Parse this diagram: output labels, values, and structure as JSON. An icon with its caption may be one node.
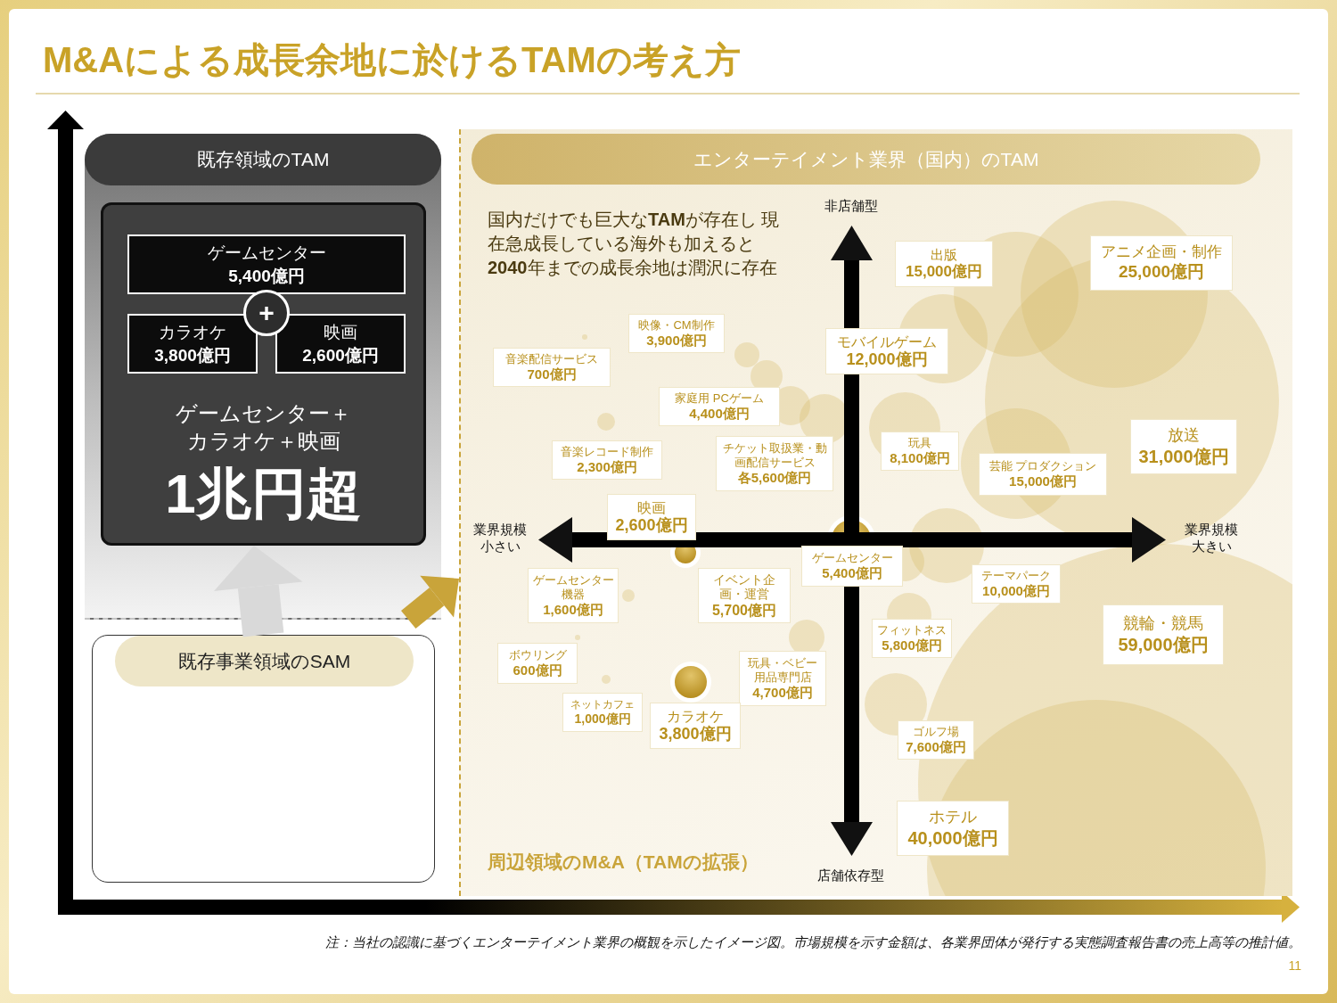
{
  "diagram": {
    "title": "M&Aによる成長余地に於けるTAMの考え方",
    "nodes": [
      {
        "text": [
          "既存領域のTAM"
        ]
      },
      {
        "text": [
          "ゲームセンター＋カラオケ＋映画",
          "1兆円超"
        ],
        "in": 0
      },
      {
        "text": [
          "ゲームセンター",
          "5,400億円"
        ],
        "in": 1
      },
      {
        "text": [
          "カラオケ",
          "3,800億円"
        ],
        "in": 1
      },
      {
        "text": [
          "映画",
          "2,600億円"
        ],
        "in": 1
      },
      {
        "text": [
          "+"
        ],
        "in": 1
      },
      {
        "text": [
          "既存事業領域のSAM"
        ]
      },
      {
        "text": [
          "エンターテイメント業界（国内）のTAM",
          "国内だけでも巨大な**TAM**が存在し 現在急成長している海外も加えると **2040**年までの成長余地は潤沢に存在",
          "周辺領域のM&A（TAMの拡張）"
        ]
      },
      {
        "text": [
          "出版",
          "15,000億円"
        ],
        "in": 7
      },
      {
        "text": [
          "アニメ企画・制作",
          "25,000億円"
        ],
        "in": 7
      },
      {
        "text": [
          "映像・CM制作",
          "3,900億円"
        ],
        "in": 7
      },
      {
        "text": [
          "モバイルゲーム",
          "12,000億円"
        ],
        "in": 7
      },
      {
        "text": [
          "音楽配信サービス",
          "700億円"
        ],
        "in": 7
      },
      {
        "text": [
          "家庭用 PCゲーム",
          "4,400億円"
        ],
        "in": 7
      },
      {
        "text": [
          "放送",
          "31,000億円"
        ],
        "in": 7
      },
      {
        "text": [
          "玩具",
          "8,100億円"
        ],
        "in": 7
      },
      {
        "text": [
          "チケット取扱業・動画配信サービス",
          "各5,600億円"
        ],
        "in": 7
      },
      {
        "text": [
          "音楽レコード制作",
          "2,300億円"
        ],
        "in": 7
      },
      {
        "text": [
          "芸能 プロダクション",
          "15,000億円"
        ],
        "in": 7
      },
      {
        "text": [
          "映画",
          "2,600億円"
        ],
        "in": 7
      },
      {
        "text": [
          "ゲームセンター",
          "5,400億円"
        ],
        "in": 7
      },
      {
        "text": [
          "テーマパーク",
          "10,000億円"
        ],
        "in": 7
      },
      {
        "text": [
          "ゲームセンター機器",
          "1,600億円"
        ],
        "in": 7
      },
      {
        "text": [
          "イベント企画・運営",
          "5,700億円"
        ],
        "in": 7
      },
      {
        "text": [
          "競輪・競馬",
          "59,000億円"
        ],
        "in": 7
      },
      {
        "text": [
          "フィットネス",
          "5,800億円"
        ],
        "in": 7
      },
      {
        "text": [
          "ボウリング",
          "600億円"
        ],
        "in": 7
      },
      {
        "text": [
          "玩具・ベビー用品専門店",
          "4,700億円"
        ],
        "in": 7
      },
      {
        "text": [
          "ネットカフェ",
          "1,000億円"
        ],
        "in": 7
      },
      {
        "text": [
          "カラオケ",
          "3,800億円"
        ],
        "in": 7
      },
      {
        "text": [
          "ゴルフ場",
          "7,600億円"
        ],
        "in": 7
      },
      {
        "text": [
          "ホテル",
          "40,000億円"
        ],
        "in": 7
      }
    ],
    "edges": [
      {
        "from": 6,
        "to": 1,
        "arrow": "to",
        "color": "#d9d9d9"
      },
      {
        "from": 0,
        "to": 7,
        "arrow": "to",
        "color": "#c9a43a"
      }
    ],
    "labels": [
      "非店舗型",
      "店舗依存型",
      "業界規模小さい",
      "業界規模大きい",
      "注：当社の認識に基づくエンターテイメント業界の概観を示したイメージ図。市場規模を示す金額は、各業界団体が発行する実態調査報告書の売上高等の推計値。",
      "11"
    ]
  }
}
